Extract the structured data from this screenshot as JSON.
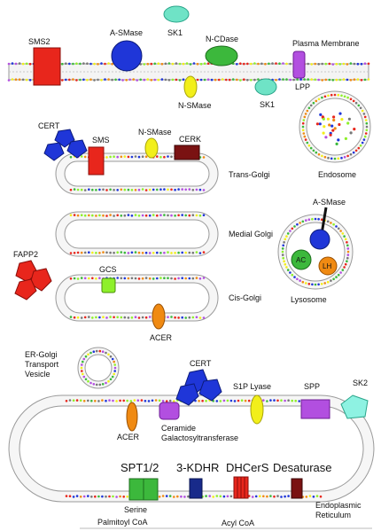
{
  "labels": {
    "sms2": "SMS2",
    "asmase_pm": "A-SMase",
    "sk1_top": "SK1",
    "ncdase": "N-CDase",
    "plasma_membrane": "Plasma Membrane",
    "nsmase_pm": "N-SMase",
    "sk1_bottom": "SK1",
    "lpp": "LPP",
    "endosome": "Endosome",
    "cert_tg": "CERT",
    "sms": "SMS",
    "nsmase_tg": "N-SMase",
    "cerk": "CERK",
    "trans_golgi": "Trans-Golgi",
    "medial_golgi": "Medial Golgi",
    "asmase_lys": "A-SMase",
    "ac": "AC",
    "lh": "LH",
    "lysosome": "Lysosome",
    "fapp2": "FAPP2",
    "gcs": "GCS",
    "cis_golgi": "Cis-Golgi",
    "acer_golgi": "ACER",
    "er_golgi_line1": "ER-Golgi",
    "er_golgi_line2": "Transport",
    "er_golgi_line3": "Vesicle",
    "cert_er": "CERT",
    "s1p_lyase": "S1P Lyase",
    "spp": "SPP",
    "sk2": "SK2",
    "acer_er": "ACER",
    "cgt_line1": "Ceramide",
    "cgt_line2": "Galactosyltransferase",
    "spt": "SPT1/2",
    "kdhr": "3-KDHR",
    "dhcers": "DHCerS",
    "desaturase": "Desaturase",
    "serine": "Serine",
    "palmitoyl_coa": "Palmitoyl CoA",
    "acyl_coa": "Acyl CoA",
    "er_line1": "Endoplasmic",
    "er_line2": "Reticulum"
  },
  "colors": {
    "membrane": "#9a9a9a",
    "red": "#e8261c",
    "blue": "#1f36d8",
    "teal": "#6fe3c6",
    "green": "#3cb83c",
    "yellow": "#f2ef1a",
    "purple": "#b24fe0",
    "orange": "#f08a12",
    "darkred": "#7a1212",
    "navy": "#182a8a",
    "lime": "#8ef02a",
    "cyan": "#8ef2e2"
  }
}
